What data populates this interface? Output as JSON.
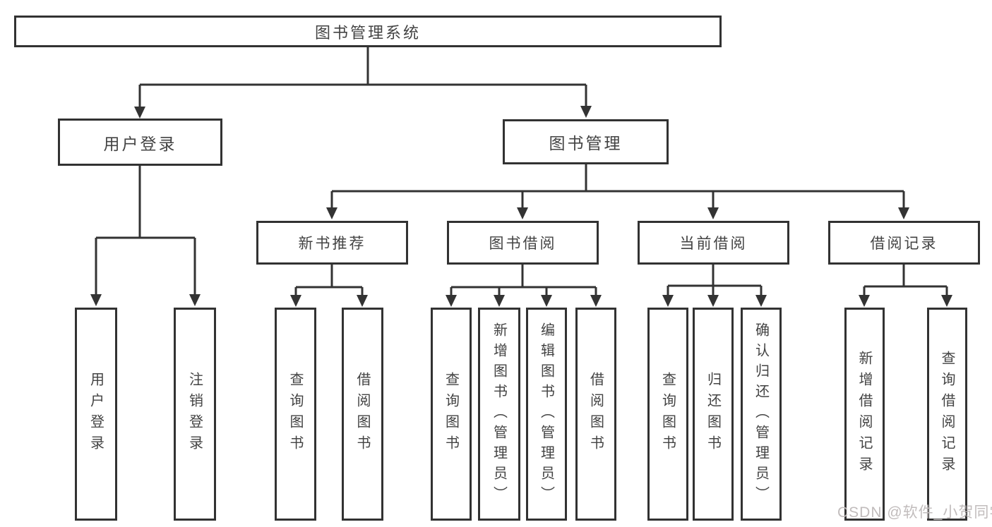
{
  "tree": {
    "label": "图书管理系统",
    "children": [
      {
        "label": "用户登录",
        "children": [
          {
            "label": "用户登录"
          },
          {
            "label": "注销登录"
          }
        ]
      },
      {
        "label": "图书管理",
        "children": [
          {
            "label": "新书推荐",
            "children": [
              {
                "label": "查询图书"
              },
              {
                "label": "借阅图书"
              }
            ]
          },
          {
            "label": "图书借阅",
            "children": [
              {
                "label": "查询图书"
              },
              {
                "label": "新增图书（管理员）"
              },
              {
                "label": "编辑图书（管理员）"
              },
              {
                "label": "借阅图书"
              }
            ]
          },
          {
            "label": "当前借阅",
            "children": [
              {
                "label": "查询图书"
              },
              {
                "label": "归还图书"
              },
              {
                "label": "确认归还（管理员）"
              }
            ]
          },
          {
            "label": "借阅记录",
            "children": [
              {
                "label": "新增借阅记录"
              },
              {
                "label": "查询借阅记录"
              }
            ]
          }
        ]
      }
    ]
  },
  "watermark": {
    "text": "CSDN @软件_小贺同学"
  },
  "colors": {
    "line": "#333333",
    "box_border": "#323232",
    "text": "#434343",
    "watermark": "#c1bcbc",
    "background": "#ffffff"
  }
}
